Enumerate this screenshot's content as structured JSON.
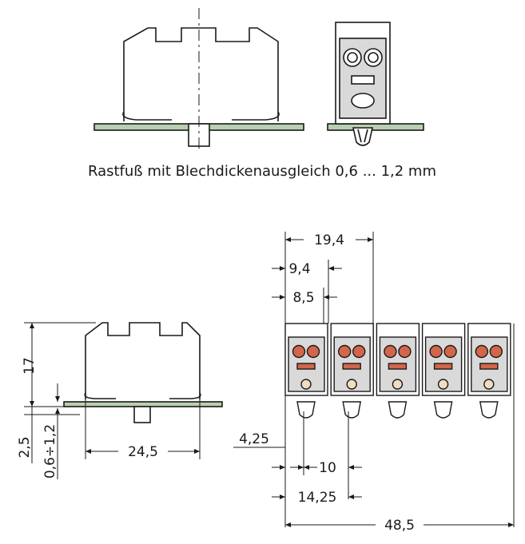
{
  "caption": "Rastfuß mit Blechdickenausgleich 0,6 ... 1,2 mm",
  "dimensions": {
    "d_19_4": "19,4",
    "d_9_4": "9,4",
    "d_8_5": "8,5",
    "d_17": "17",
    "d_2_5": "2,5",
    "d_0_6_1_2": "0,6÷1,2",
    "d_24_5": "24,5",
    "d_4_25": "4,25",
    "d_10": "10",
    "d_14_25": "14,25",
    "d_48_5": "48,5"
  },
  "colors": {
    "line": "#1a1a1a",
    "rail": "#b9d0b0",
    "housing": "#ffffff",
    "panel": "#d9d9d9",
    "button": "#d2664a",
    "slot": "#d2664a",
    "screw": "#f2dcc0"
  },
  "modules": {
    "count": 5
  }
}
